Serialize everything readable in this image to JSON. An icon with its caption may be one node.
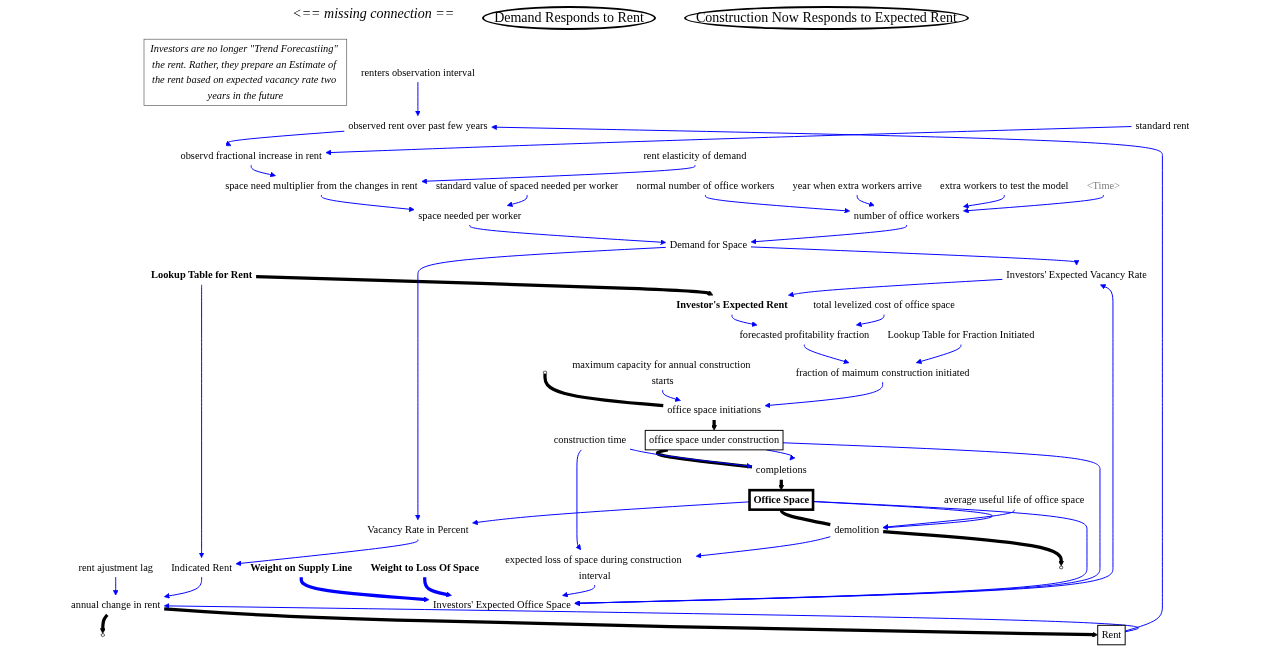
{
  "diagram": {
    "nodes": [
      {
        "text": [
          "Investors are no longer \"Trend Forecastiing\" the rent. Rather, they prepare an Estimate of the rent based on expected vacancy rate two years in the future"
        ]
      },
      {
        "text": [
          "observed rent over past few years"
        ]
      },
      {
        "text": [
          "observd fractional increase in rent"
        ]
      },
      {
        "text": [
          "standard rent"
        ]
      },
      {
        "text": [
          "renters observation interval"
        ]
      },
      {
        "text": [
          "rent elasticity of demand"
        ]
      },
      {
        "text": [
          "total levelized cost of office space"
        ]
      },
      {
        "text": [
          "Investor's Expected Rent"
        ]
      },
      {
        "text": [
          "Rent"
        ]
      },
      {
        "text": [],
        "shape": "cloud"
      },
      {
        "text": [
          "annual change in rent"
        ]
      },
      {
        "text": [
          "rent ajustment lag"
        ]
      },
      {
        "text": [
          "space need multiplier from the changes in rent"
        ]
      },
      {
        "text": [
          "forecasted profitability fraction"
        ]
      },
      {
        "text": [
          "Lookup Table for Rent"
        ]
      },
      {
        "text": [
          "Indicated Rent"
        ]
      },
      {
        "text": [
          "standard value of spaced needed per worker"
        ]
      },
      {
        "text": [
          "Investors' Expected Vacancy Rate"
        ]
      },
      {
        "text": [
          "space needed per worker"
        ]
      },
      {
        "text": [
          "Lookup Table for Fraction Initiated"
        ]
      },
      {
        "text": [
          "Weight on Supply Line"
        ]
      },
      {
        "text": [
          "Vacancy Rate in Percent"
        ]
      },
      {
        "text": [
          "normal number of office workers"
        ]
      },
      {
        "text": [
          "Demand for Space"
        ]
      },
      {
        "text": [
          "number of office workers"
        ]
      },
      {
        "text": [
          "Investors' Expected Office Space"
        ]
      },
      {
        "text": [
          "Weight to Loss Of Space"
        ]
      },
      {
        "text": [
          "year when extra workers arrive"
        ]
      },
      {
        "text": [
          "fraction of maimum construction initiated"
        ]
      },
      {
        "text": [
          "expected loss of space during construction interval"
        ]
      },
      {
        "text": [
          "extra workers to test the model"
        ]
      },
      {
        "text": [
          "maximum capacity for annual construction starts"
        ]
      },
      {
        "text": [
          "construction time"
        ]
      },
      {
        "text": [
          "<Time>"
        ]
      },
      {
        "text": [],
        "shape": "cloud"
      },
      {
        "text": [
          "office space initiations"
        ]
      },
      {
        "text": [
          "office space under construction"
        ]
      },
      {
        "text": [
          "completions"
        ]
      },
      {
        "text": [
          "Office Space"
        ]
      },
      {
        "text": [
          "demolition"
        ]
      },
      {
        "text": [],
        "shape": "cloud"
      },
      {
        "text": [
          "average useful life of office space"
        ]
      }
    ],
    "edges": [
      {
        "from": 10,
        "to": 8,
        "arrow": "to",
        "style": "thick",
        "color": "#000000"
      },
      {
        "from": 10,
        "to": 9,
        "arrow": "to",
        "style": "thick",
        "color": "#000000"
      },
      {
        "from": 34,
        "to": 35,
        "arrow": "none",
        "style": "thick",
        "color": "#000000"
      },
      {
        "from": 35,
        "to": 36,
        "arrow": "to",
        "style": "thick",
        "color": "#000000"
      },
      {
        "from": 36,
        "to": 37,
        "arrow": "none",
        "style": "thick",
        "color": "#000000"
      },
      {
        "from": 37,
        "to": 38,
        "arrow": "to",
        "style": "thick",
        "color": "#000000"
      },
      {
        "from": 38,
        "to": 39,
        "arrow": "none",
        "style": "thick",
        "color": "#000000"
      },
      {
        "from": 39,
        "to": 40,
        "arrow": "to",
        "style": "thick",
        "color": "#000000"
      },
      {
        "from": 8,
        "to": 1,
        "arrow": "to"
      },
      {
        "from": 8,
        "to": 10,
        "arrow": "to"
      },
      {
        "from": 1,
        "to": 2,
        "arrow": "to"
      },
      {
        "from": 3,
        "to": 2,
        "arrow": "to"
      },
      {
        "from": 4,
        "to": 1,
        "arrow": "to"
      },
      {
        "from": 2,
        "to": 12,
        "arrow": "to"
      },
      {
        "from": 5,
        "to": 12,
        "arrow": "to"
      },
      {
        "from": 11,
        "to": 10,
        "arrow": "to"
      },
      {
        "from": 15,
        "to": 10,
        "arrow": "to"
      },
      {
        "from": 7,
        "to": 13,
        "arrow": "to"
      },
      {
        "from": 6,
        "to": 13,
        "arrow": "to"
      },
      {
        "from": 14,
        "to": 7,
        "arrow": "to",
        "style": "thick",
        "color": "#000000"
      },
      {
        "from": 14,
        "to": 15,
        "arrow": "to"
      },
      {
        "from": 17,
        "to": 7,
        "arrow": "to"
      },
      {
        "from": 23,
        "to": 17,
        "arrow": "to"
      },
      {
        "from": 21,
        "to": 15,
        "arrow": "to"
      },
      {
        "from": 12,
        "to": 18,
        "arrow": "to"
      },
      {
        "from": 16,
        "to": 18,
        "arrow": "to"
      },
      {
        "from": 18,
        "to": 23,
        "arrow": "to"
      },
      {
        "from": 23,
        "to": 21,
        "arrow": "to"
      },
      {
        "from": 24,
        "to": 23,
        "arrow": "to"
      },
      {
        "from": 22,
        "to": 24,
        "arrow": "to"
      },
      {
        "from": 27,
        "to": 24,
        "arrow": "to"
      },
      {
        "from": 30,
        "to": 24,
        "arrow": "to"
      },
      {
        "from": 33,
        "to": 24,
        "arrow": "to"
      },
      {
        "from": 25,
        "to": 17,
        "arrow": "to"
      },
      {
        "from": 20,
        "to": 25,
        "arrow": "to",
        "style": "thick"
      },
      {
        "from": 26,
        "to": 25,
        "arrow": "to",
        "style": "thick"
      },
      {
        "from": 29,
        "to": 25,
        "arrow": "to"
      },
      {
        "from": 38,
        "to": 25,
        "arrow": "to"
      },
      {
        "from": 38,
        "to": 21,
        "arrow": "to"
      },
      {
        "from": 36,
        "to": 25,
        "arrow": "to"
      },
      {
        "from": 32,
        "to": 29,
        "arrow": "to"
      },
      {
        "from": 32,
        "to": 37,
        "arrow": "to"
      },
      {
        "from": 39,
        "to": 29,
        "arrow": "to"
      },
      {
        "from": 41,
        "to": 39,
        "arrow": "to"
      },
      {
        "from": 38,
        "to": 39,
        "arrow": "to"
      },
      {
        "from": 36,
        "to": 37,
        "arrow": "to"
      },
      {
        "from": 31,
        "to": 35,
        "arrow": "to"
      },
      {
        "from": 28,
        "to": 35,
        "arrow": "to"
      },
      {
        "from": 13,
        "to": 28,
        "arrow": "to"
      },
      {
        "from": 19,
        "to": 28,
        "arrow": "to"
      }
    ],
    "labels": [
      "<== missing connection ==",
      "Demand Responds to Rent",
      "Construction Now Responds to Expected Rent"
    ]
  }
}
